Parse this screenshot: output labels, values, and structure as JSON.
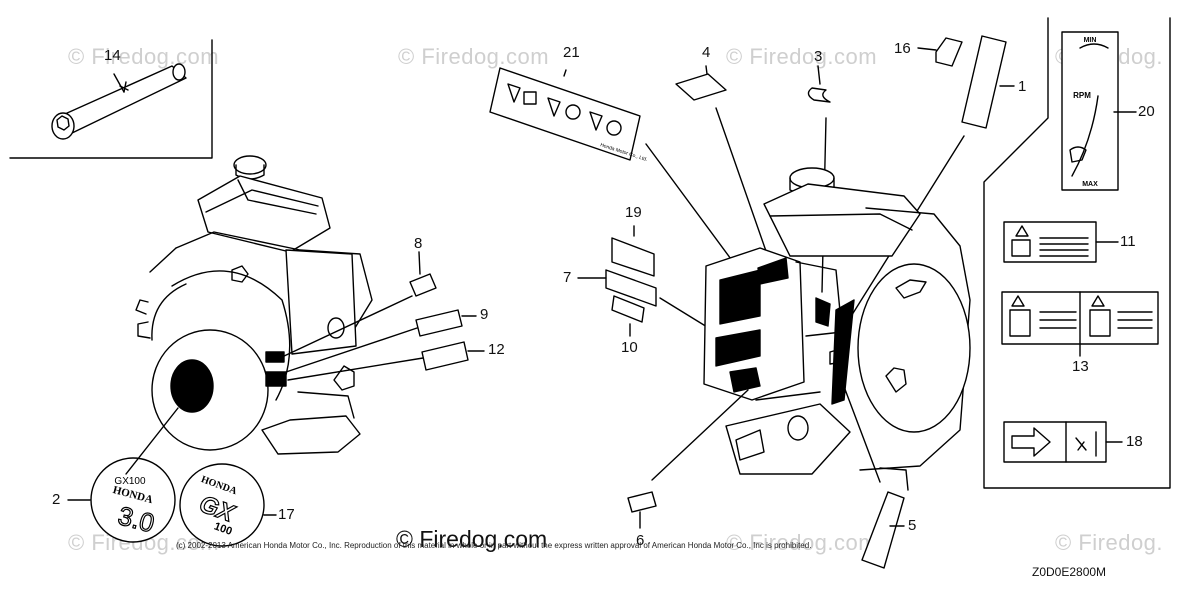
{
  "callouts": {
    "c1": "1",
    "c2": "2",
    "c3": "3",
    "c4": "4",
    "c5": "5",
    "c6": "6",
    "c7": "7",
    "c8": "8",
    "c9": "9",
    "c10": "10",
    "c11": "11",
    "c12": "12",
    "c13": "13",
    "c14": "14",
    "c16": "16",
    "c17": "17",
    "c18": "18",
    "c19": "19",
    "c20": "20",
    "c21": "21"
  },
  "watermarks": {
    "wm1": "© Firedog.com",
    "wm2": "© Firedog.com",
    "wm3": "© Firedog.com",
    "wm4": "© Firedog.",
    "wm5": "© Firedog.com",
    "wm6": "© Firedog.com",
    "wm7": "© Firedog."
  },
  "decal_text": {
    "rpm_min": "MIN",
    "rpm_label": "RPM",
    "rpm_max": "MAX",
    "badge2_model": "GX100",
    "badge2_brand": "HONDA",
    "badge2_power": "3.0",
    "badge17_brand": "HONDA",
    "badge17_series": "GX",
    "badge17_model": "100",
    "label21_maker": "Honda Motor Co., Ltd."
  },
  "footer": {
    "brand": "© Firedog.com",
    "copyright": "(c) 2002-2013 American Honda Motor Co., Inc. Reproduction of this material in whole or in part without the express written approval of American Honda Motor Co., Inc is prohibited.",
    "diagram_code": "Z0D0E2800M"
  }
}
